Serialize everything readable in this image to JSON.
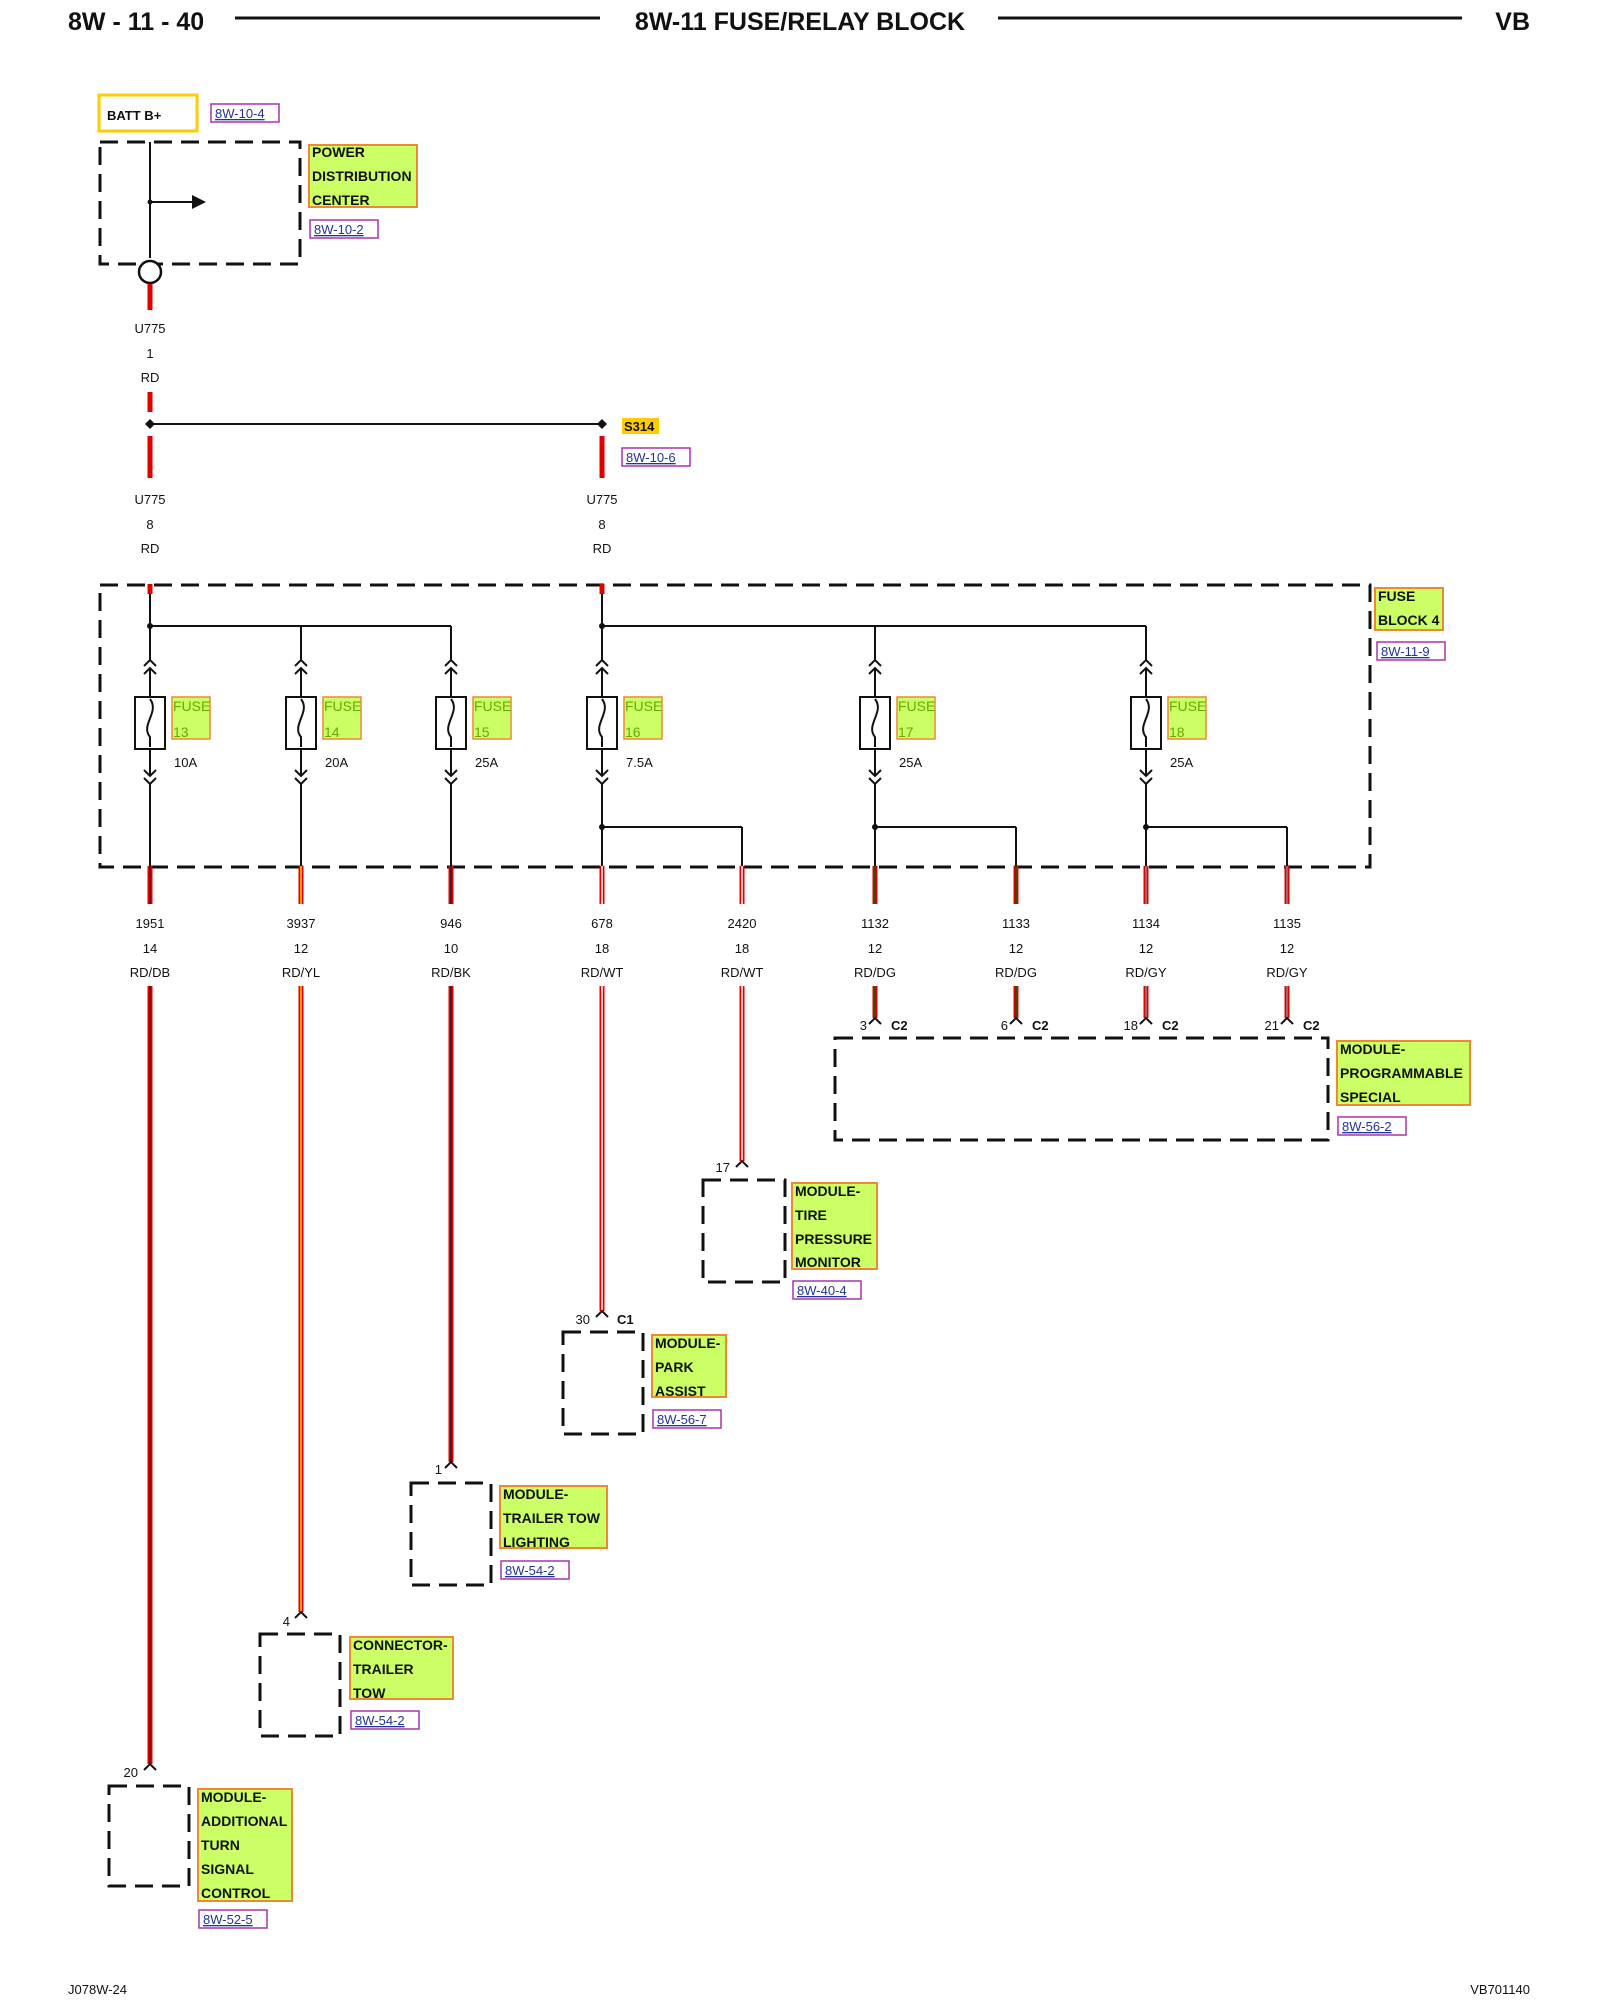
{
  "header": {
    "left": "8W - 11 - 40",
    "center": "8W-11 FUSE/RELAY BLOCK",
    "right": "VB"
  },
  "footer": {
    "left": "J078W-24",
    "right": "VB701140"
  },
  "batt": {
    "label": "BATT B+",
    "ref": "8W-10-4"
  },
  "pdc": {
    "line1": "POWER",
    "line2": "DISTRIBUTION",
    "line3": "CENTER",
    "ref": "8W-10-2"
  },
  "conn_top": {
    "id": "U775",
    "pin": "1",
    "color": "RD"
  },
  "splice": {
    "id": "S314",
    "ref": "8W-10-6"
  },
  "feed_left": {
    "id": "U775",
    "pin": "8",
    "color": "RD"
  },
  "feed_right": {
    "id": "U775",
    "pin": "8",
    "color": "RD"
  },
  "fuse_block": {
    "line1": "FUSE",
    "line2": "BLOCK 4",
    "ref": "8W-11-9"
  },
  "fuses": [
    {
      "name": "FUSE",
      "num": "13",
      "amp": "10A"
    },
    {
      "name": "FUSE",
      "num": "14",
      "amp": "20A"
    },
    {
      "name": "FUSE",
      "num": "15",
      "amp": "25A"
    },
    {
      "name": "FUSE",
      "num": "16",
      "amp": "7.5A"
    },
    {
      "name": "FUSE",
      "num": "17",
      "amp": "25A"
    },
    {
      "name": "FUSE",
      "num": "18",
      "amp": "25A"
    }
  ],
  "circuits": [
    {
      "id": "1951",
      "gauge": "14",
      "color": "RD/DB"
    },
    {
      "id": "3937",
      "gauge": "12",
      "color": "RD/YL"
    },
    {
      "id": "946",
      "gauge": "10",
      "color": "RD/BK"
    },
    {
      "id": "678",
      "gauge": "18",
      "color": "RD/WT"
    },
    {
      "id": "2420",
      "gauge": "18",
      "color": "RD/WT"
    },
    {
      "id": "1132",
      "gauge": "12",
      "color": "RD/DG"
    },
    {
      "id": "1133",
      "gauge": "12",
      "color": "RD/DG"
    },
    {
      "id": "1134",
      "gauge": "12",
      "color": "RD/GY"
    },
    {
      "id": "1135",
      "gauge": "12",
      "color": "RD/GY"
    }
  ],
  "prog_special": {
    "line1": "MODULE-",
    "line2": "PROGRAMMABLE",
    "line3": "SPECIAL",
    "ref": "8W-56-2",
    "pins": [
      {
        "pin": "3",
        "conn": "C2"
      },
      {
        "pin": "6",
        "conn": "C2"
      },
      {
        "pin": "18",
        "conn": "C2"
      },
      {
        "pin": "21",
        "conn": "C2"
      }
    ]
  },
  "tpm": {
    "pin": "17",
    "line1": "MODULE-",
    "line2": "TIRE",
    "line3": "PRESSURE",
    "line4": "MONITOR",
    "ref": "8W-40-4"
  },
  "park": {
    "pin": "30",
    "conn": "C1",
    "line1": "MODULE-",
    "line2": "PARK",
    "line3": "ASSIST",
    "ref": "8W-56-7"
  },
  "trailer_light": {
    "pin": "1",
    "line1": "MODULE-",
    "line2": "TRAILER TOW",
    "line3": "LIGHTING",
    "ref": "8W-54-2"
  },
  "trailer_conn": {
    "pin": "4",
    "line1": "CONNECTOR-",
    "line2": "TRAILER",
    "line3": "TOW",
    "ref": "8W-54-2"
  },
  "turn": {
    "pin": "20",
    "line1": "MODULE-",
    "line2": "ADDITIONAL",
    "line3": "TURN",
    "line4": "SIGNAL",
    "line5": "CONTROL",
    "ref": "8W-52-5"
  },
  "colors": {
    "red": "#e10000",
    "yellow": "#ffcc00",
    "label_fill": "#ccff66",
    "label_border": "#ee8833"
  }
}
